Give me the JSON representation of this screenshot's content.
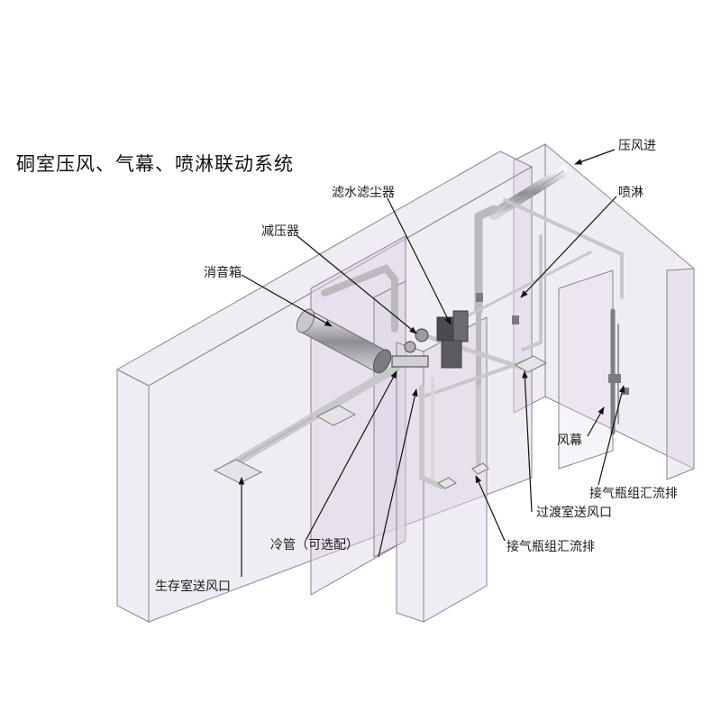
{
  "title": "硐室压风、气幕、喷淋联动系统",
  "labels": {
    "air_inlet": "压风进",
    "water_dust_filter": "滤水滤尘器",
    "spray": "喷淋",
    "pressure_reducer": "减压器",
    "silencer_box": "消音箱",
    "air_curtain": "风幕",
    "manifold_right": "接气瓶组汇流排",
    "transition_room_vent": "过渡室送风口",
    "manifold_bottom": "接气瓶组汇流排",
    "cooling_pipe": "冷管（可选配）",
    "survival_room_vent": "生存室送风口"
  },
  "colors": {
    "wall_fill": "#ddd5e4",
    "wall_stroke": "#8d8296",
    "pipe": "#c8c8cc",
    "leader": "#111111"
  }
}
